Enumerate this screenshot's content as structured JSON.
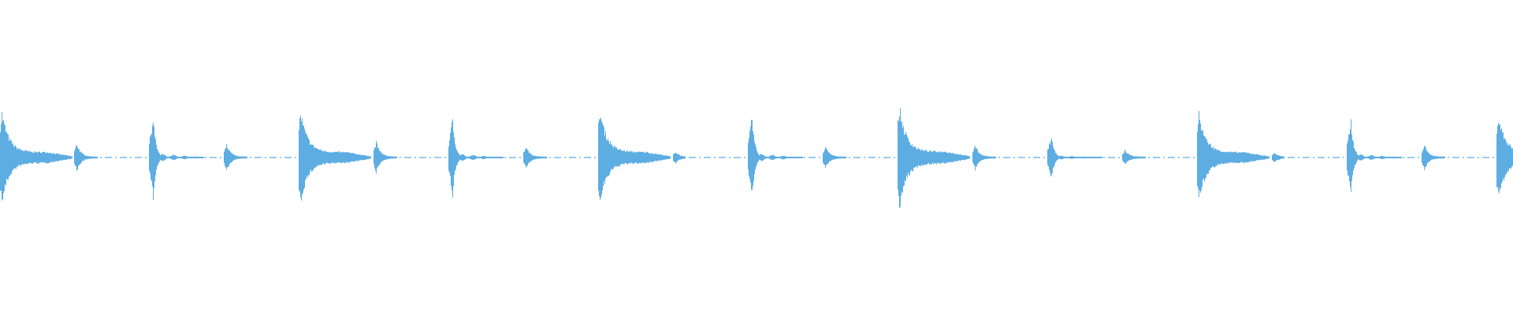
{
  "waveform": {
    "color": "#5dade2",
    "background": "#ffffff",
    "events": [
      {
        "type": "kick",
        "peak": 0.27
      },
      {
        "type": "small",
        "peak": 0.08
      },
      {
        "type": "snare",
        "peak": 0.24
      },
      {
        "type": "small",
        "peak": 0.08
      },
      {
        "type": "kick",
        "peak": 0.27
      },
      {
        "type": "small",
        "peak": 0.09
      },
      {
        "type": "snare",
        "peak": 0.23
      },
      {
        "type": "small",
        "peak": 0.06
      },
      {
        "type": "kick",
        "peak": 0.28
      },
      {
        "type": "tiny",
        "peak": 0.03
      },
      {
        "type": "snare",
        "peak": 0.24
      },
      {
        "type": "small",
        "peak": 0.06
      },
      {
        "type": "kick",
        "peak": 0.3
      },
      {
        "type": "small",
        "peak": 0.07
      },
      {
        "type": "snare",
        "peak": 0.13
      },
      {
        "type": "small",
        "peak": 0.04
      },
      {
        "type": "kick",
        "peak": 0.26
      },
      {
        "type": "tiny",
        "peak": 0.025
      },
      {
        "type": "snare",
        "peak": 0.22
      },
      {
        "type": "small",
        "peak": 0.07
      },
      {
        "type": "kick",
        "peak": 0.25
      }
    ]
  }
}
